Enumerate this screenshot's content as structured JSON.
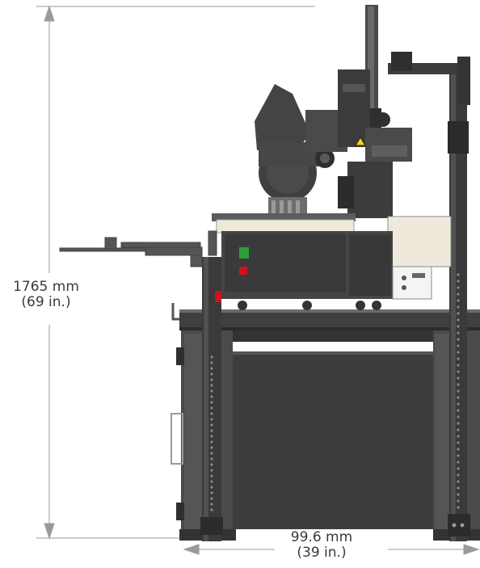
{
  "dimensions": {
    "height": {
      "metric": "1765 mm",
      "imperial": "(69 in.)"
    },
    "width": {
      "metric": "99.6 mm",
      "imperial": "(39 in.)"
    }
  },
  "colors": {
    "machine_body": "#4a4a4a",
    "machine_dark": "#2f2f2f",
    "machine_light": "#6a6a6a",
    "panel_cream": "#efe9dc",
    "dimension_line": "#9a9a9a",
    "indicator_red": "#d0121b",
    "indicator_green": "#2e9e3a"
  }
}
